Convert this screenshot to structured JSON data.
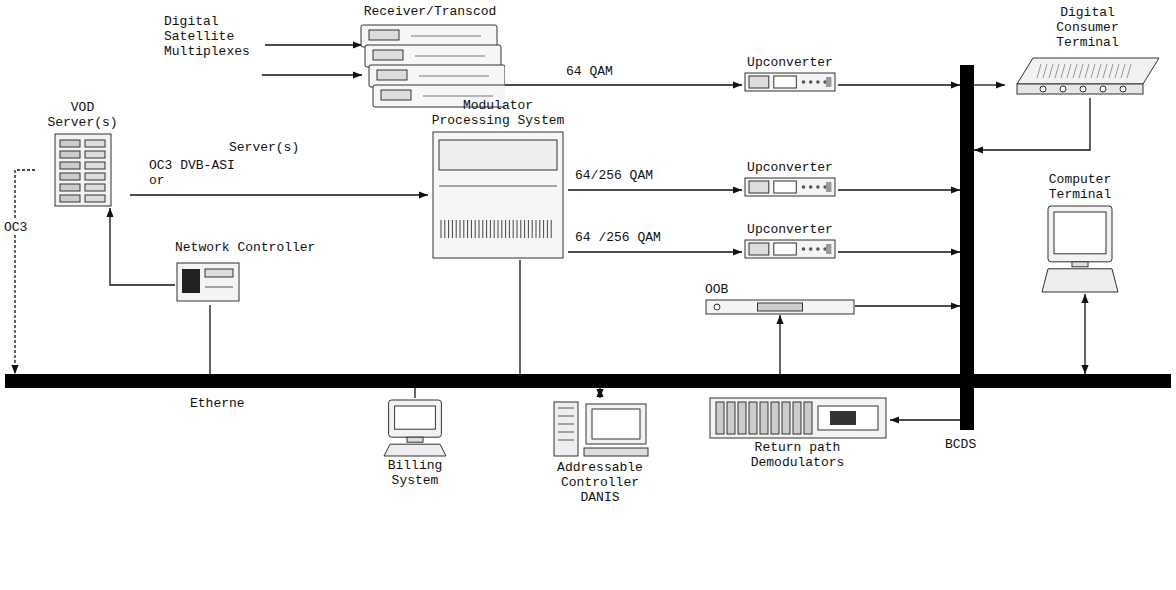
{
  "diagram": {
    "nodes": [
      {
        "text": [
          "Receiver/Transcod"
        ]
      },
      {
        "text": [
          "Upconverter"
        ]
      },
      {
        "text": [
          "Digital Consumer Terminal"
        ]
      },
      {
        "text": [
          "VOD Server(s)"
        ]
      },
      {
        "text": [
          "Modulator Processing System"
        ]
      },
      {
        "text": [
          "Upconverter"
        ]
      },
      {
        "text": [
          "Computer Terminal"
        ]
      },
      {
        "text": [
          "Upconverter"
        ]
      },
      {
        "text": [
          "Network Controller"
        ]
      },
      {
        "text": [
          "OOB"
        ]
      },
      {
        "text": [
          "Etherne"
        ]
      },
      {
        "text": [
          "Billing System"
        ]
      },
      {
        "text": [
          "Addressable Controller DANIS"
        ]
      },
      {
        "text": [
          "Return path Demodulators"
        ]
      },
      {
        "text": [
          "BCDS"
        ]
      }
    ],
    "edges": [
      {
        "from": 0,
        "to": 1,
        "arrow": "to",
        "label": "64 QAM"
      },
      {
        "from": 1,
        "to": 14,
        "arrow": "to"
      },
      {
        "from": 14,
        "to": 2,
        "arrow": "to"
      },
      {
        "from": 2,
        "to": 14,
        "arrow": "to"
      },
      {
        "from": 3,
        "to": 4,
        "arrow": "to",
        "label": "OC3 DVB-ASI or"
      },
      {
        "from": 3,
        "to": 10,
        "arrow": "to",
        "label": "OC3"
      },
      {
        "from": 8,
        "to": 3,
        "arrow": "to"
      },
      {
        "from": 8,
        "to": 10,
        "arrow": "none"
      },
      {
        "from": 4,
        "to": 10,
        "arrow": "none"
      },
      {
        "from": 4,
        "to": 5,
        "arrow": "to",
        "label": "64/256 QAM"
      },
      {
        "from": 4,
        "to": 7,
        "arrow": "to",
        "label": "64 /256 QAM"
      },
      {
        "from": 5,
        "to": 14,
        "arrow": "to"
      },
      {
        "from": 7,
        "to": 14,
        "arrow": "to"
      },
      {
        "from": 9,
        "to": 14,
        "arrow": "to"
      },
      {
        "from": 10,
        "to": 9,
        "arrow": "to"
      },
      {
        "from": 14,
        "to": 13,
        "arrow": "to"
      },
      {
        "from": 11,
        "to": 10,
        "arrow": "none"
      },
      {
        "from": 12,
        "to": 10,
        "arrow": "both"
      },
      {
        "from": 6,
        "to": 10,
        "arrow": "both"
      }
    ],
    "labels": [
      "Digital Satellite Multiplexes",
      "Server(s)"
    ]
  }
}
